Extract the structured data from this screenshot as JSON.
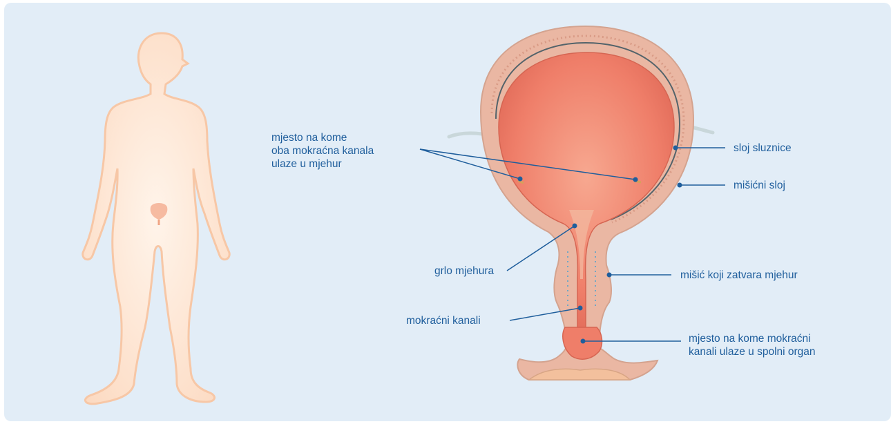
{
  "diagram": {
    "labels": {
      "ureter_entry": [
        "mjesto na kome",
        "oba mokraćna kanala",
        "ulaze u mjehur"
      ],
      "mucosa": "sloj sluznice",
      "muscle_layer": "mišićni sloj",
      "bladder_neck": "grlo mjehura",
      "sphincter": "mišić koji zatvara mjehur",
      "urethra": "mokraćni kanali",
      "urethra_entry": [
        "mjesto na kome mokraćni",
        "kanali ulaze u spolni organ"
      ]
    },
    "colors": {
      "background": "#e2edf7",
      "label_text": "#1f5e9c",
      "leader_line": "#1f5e9c",
      "bladder_wall": "#e9b9a5",
      "bladder_inner": "#f0806c",
      "body_silhouette": "#fde3cf"
    }
  }
}
